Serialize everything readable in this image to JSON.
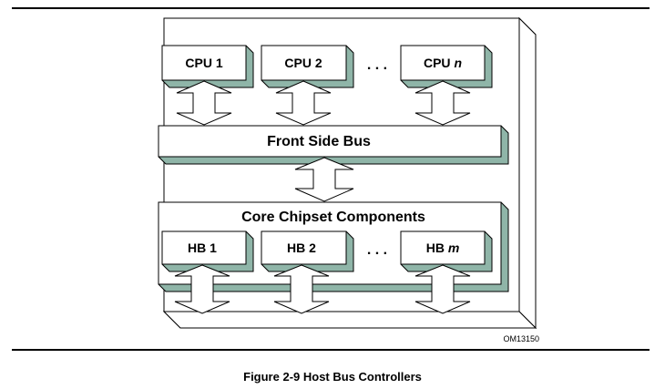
{
  "figure": {
    "cpus": [
      "CPU 1",
      "CPU 2",
      "CPU n"
    ],
    "cpu_ellipsis": ". . .",
    "front_side_bus": "Front Side Bus",
    "core_chipset": "Core Chipset Components",
    "host_bridges": [
      "HB 1",
      "HB 2",
      "HB m"
    ],
    "hb_ellipsis": ". . .",
    "figure_id": "OM13150",
    "caption": "Figure 2-9 Host Bus Controllers"
  },
  "colors": {
    "accent": "#8fb5a8",
    "outline": "#000000",
    "panel": "#ffffff"
  }
}
